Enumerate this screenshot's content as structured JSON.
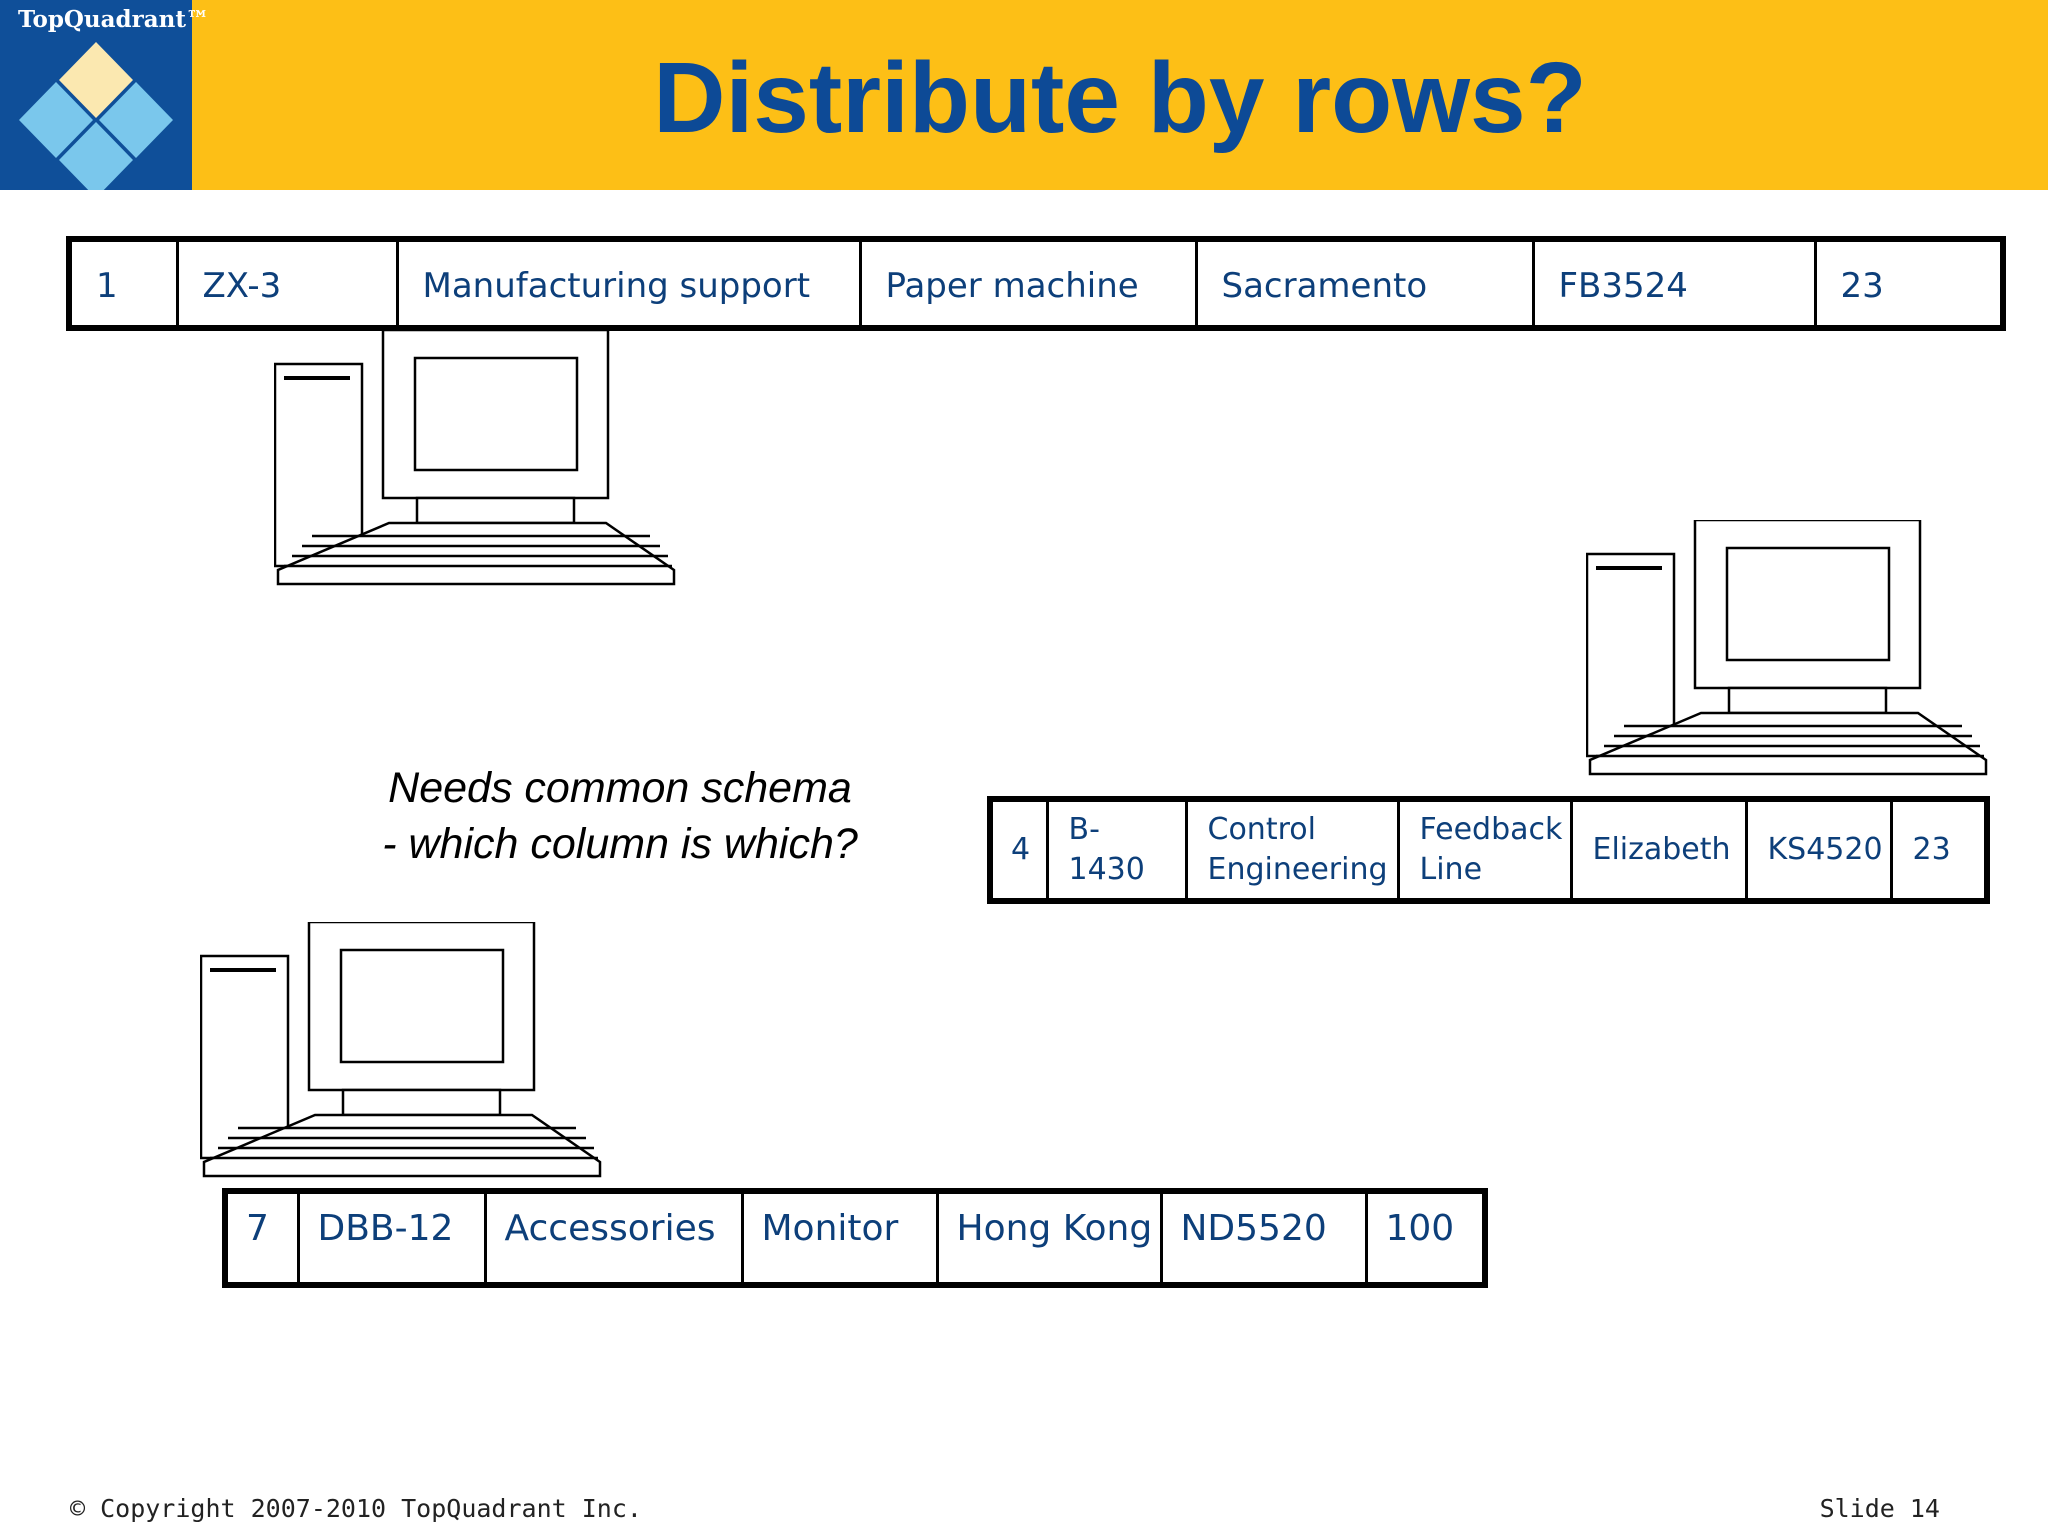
{
  "logo": {
    "text": "TopQuadrant™"
  },
  "title": "Distribute by rows?",
  "rows": {
    "row1": [
      "1",
      "ZX-3",
      "Manufacturing support",
      "Paper machine",
      "Sacramento",
      "FB3524",
      "23"
    ],
    "row2": [
      "4",
      "B-\n1430",
      "Control Engineering",
      "Feedback Line",
      "Elizabeth",
      "KS4520",
      "23"
    ],
    "row3": [
      "7",
      "DBB-12",
      "Accessories",
      "Monitor",
      "Hong Kong",
      "ND5520",
      "100"
    ]
  },
  "note": {
    "line1": "Needs common schema",
    "line2": "- which column is which?"
  },
  "footer": {
    "copyright": "© Copyright 2007-2010 TopQuadrant Inc.",
    "slide": "Slide 14"
  },
  "colors": {
    "header_bg": "#fdbf16",
    "logo_bg": "#0f4f99",
    "title": "#0d4a96",
    "cell_text": "#0d3f7a"
  }
}
